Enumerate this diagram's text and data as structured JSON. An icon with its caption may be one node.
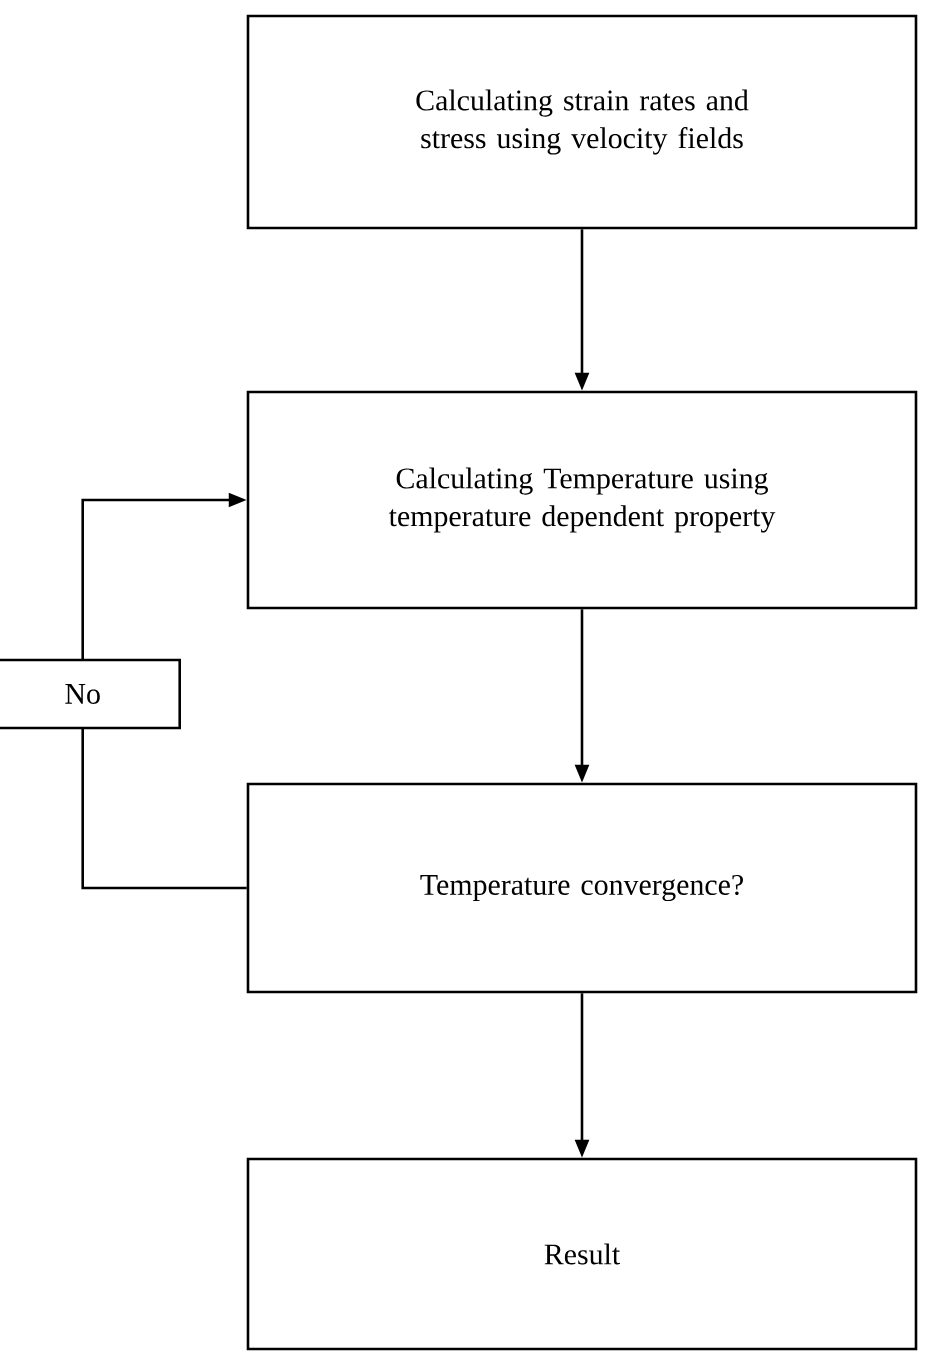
{
  "diagram": {
    "nodes": [
      {
        "text": [
          "Calculating strain rates and stress using velocity fields"
        ]
      },
      {
        "text": [
          "Calculating Temperature using temperature dependent property"
        ]
      },
      {
        "text": [
          "Temperature convergence?"
        ]
      },
      {
        "text": [
          "Result"
        ]
      }
    ],
    "edges": [
      {
        "from": 0,
        "to": 1,
        "arrow": "to"
      },
      {
        "from": 1,
        "to": 2,
        "arrow": "to"
      },
      {
        "from": 2,
        "to": 3,
        "arrow": "to"
      },
      {
        "from": 2,
        "to": 1,
        "arrow": "to",
        "label": "No"
      }
    ]
  }
}
